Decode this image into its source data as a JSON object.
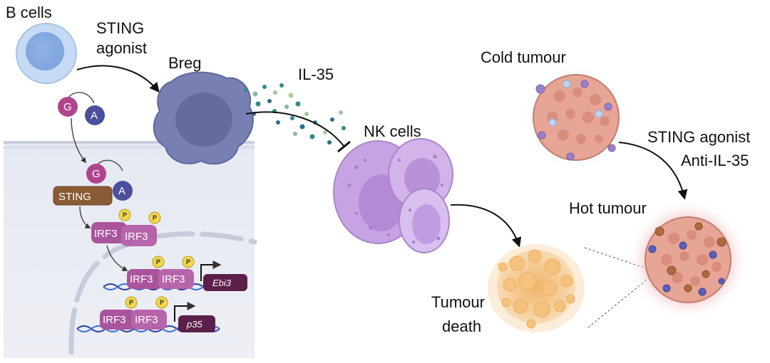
{
  "labels": {
    "b_cells": "B cells",
    "sting_agonist_1": "STING",
    "sting_agonist_2": "agonist",
    "breg": "Breg",
    "il35": "IL-35",
    "nk_cells": "NK cells",
    "cold_tumour": "Cold tumour",
    "therapy_1": "STING agonist",
    "therapy_2": "Anti-IL-35",
    "hot_tumour": "Hot tumour",
    "tumour_death_1": "Tumour",
    "tumour_death_2": "death"
  },
  "pathway": {
    "g": "G",
    "a": "A",
    "sting": "STING",
    "irf3": "IRF3",
    "p": "P",
    "gene_1": "Ebi3",
    "gene_2": "p35"
  },
  "colors": {
    "b_cell": "#b9d3f0",
    "breg": "#6e79ad",
    "nk_cell": "#c9a6e2",
    "g_protein": "#b0458e",
    "a_protein": "#4b4f9c",
    "sting": "#8a5a35",
    "irf3": "#a9549c",
    "phospho": "#f3d84a",
    "gene": "#5b1f4a",
    "il35_dots": "#2e8a8a",
    "cold_tumour": "#e9a596",
    "hot_tumour_glow": "#d97a7a",
    "tumour_death": "#f2c48d"
  }
}
